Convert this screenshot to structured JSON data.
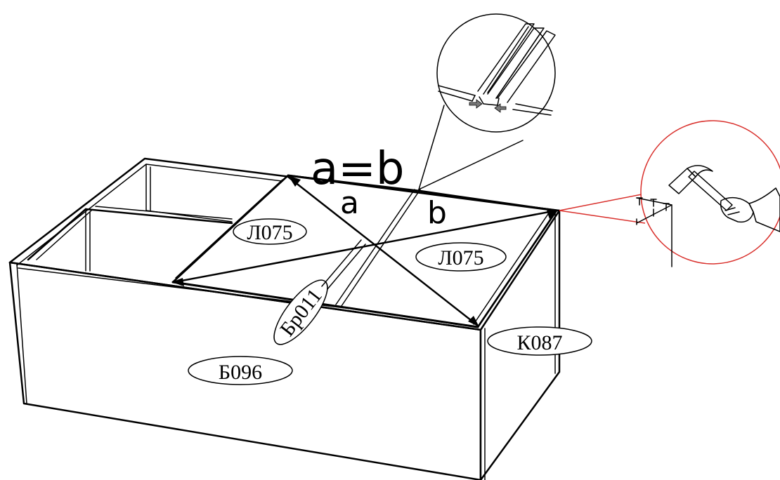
{
  "equation": "a=b",
  "diag_a": "a",
  "diag_b": "b",
  "labels": {
    "shelf_left": "Л075",
    "shelf_right": "Л075",
    "divider": "Бр011",
    "side": "Б096",
    "back_corner": "К087"
  },
  "colors": {
    "line": "#000000",
    "hammer_callout": "#d9302c",
    "arrow_fill": "#7a7a7a"
  },
  "icons": [
    "hammer-icon",
    "hand-icon",
    "nail-icon",
    "joint-detail-icon"
  ]
}
